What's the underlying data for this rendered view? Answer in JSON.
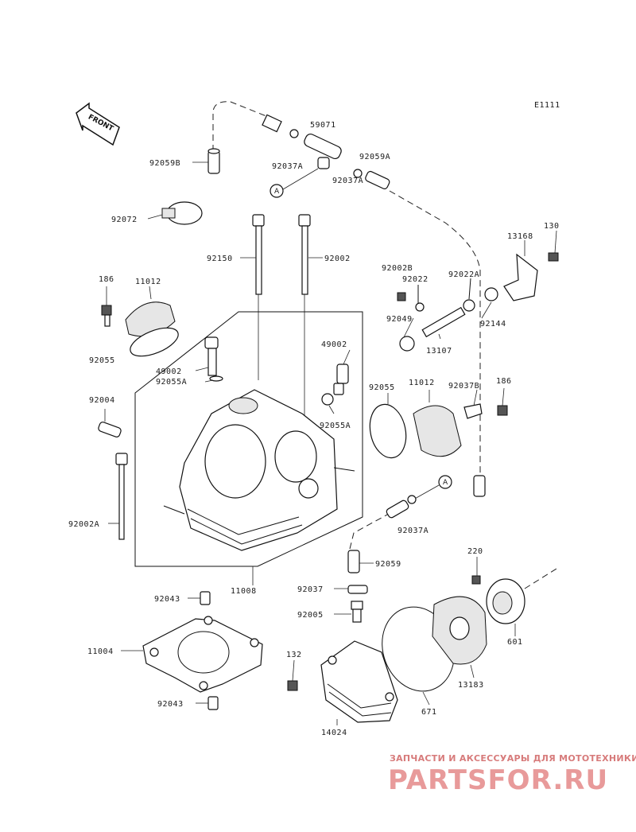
{
  "diagram_code": "E1111",
  "front_label": "FRONT",
  "callout_a": "A",
  "labels": {
    "p92059B": "92059B",
    "p59071": "59071",
    "p92037A_top": "92037A",
    "p92059A": "92059A",
    "p92037A_mid": "92037A",
    "p92072": "92072",
    "p13168": "13168",
    "p130": "130",
    "p92150": "92150",
    "p92002": "92002",
    "p92002B": "92002B",
    "p92022": "92022",
    "p92022A": "92022A",
    "p92144": "92144",
    "p186_left": "186",
    "p11012_left": "11012",
    "p92049": "92049",
    "p13107": "13107",
    "p49002_right": "49002",
    "p92055_left": "92055",
    "p49002_left": "49002",
    "p92055A_left": "92055A",
    "p92055_right": "92055",
    "p11012_right": "11012",
    "p92037B": "92037B",
    "p186_right": "186",
    "p92004": "92004",
    "p92055A_right": "92055A",
    "p92002A": "92002A",
    "p92037A_low": "92037A",
    "p92059": "92059",
    "p220": "220",
    "p11008": "11008",
    "p92043_top": "92043",
    "p92037": "92037",
    "p92005": "92005",
    "p601": "601",
    "p11004": "11004",
    "p132": "132",
    "p13183": "13183",
    "p92043_bottom": "92043",
    "p671": "671",
    "p14024": "14024"
  },
  "watermark": {
    "tagline": "ЗАПЧАСТИ И АКСЕССУАРЫ ДЛЯ МОТОТЕХНИКИ",
    "logo": "PARTSFOR.RU"
  },
  "colors": {
    "line": "#111111",
    "watermark": "#e89a9a"
  }
}
